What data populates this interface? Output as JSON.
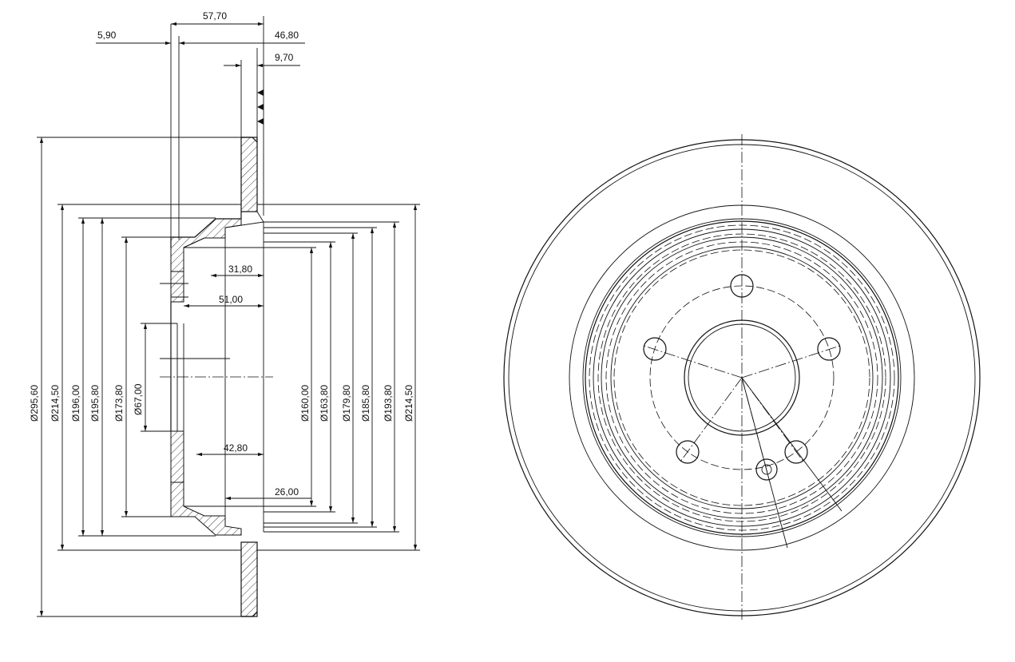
{
  "section_view": {
    "top_dimensions": {
      "overall_width": "57,70",
      "hat_offset": "5,90",
      "inner_width": "46,80",
      "disc_thickness": "9,70"
    },
    "inner_dimensions": {
      "depth_31": "31,80",
      "depth_51": "51,00",
      "depth_42": "42,80",
      "depth_26": "26,00"
    },
    "left_diameters": [
      "Ø295,60",
      "Ø214,50",
      "Ø196,00",
      "Ø195,80",
      "Ø173,80",
      "Ø67,00"
    ],
    "right_diameters": [
      "Ø160,00",
      "Ø163,80",
      "Ø179,80",
      "Ø185,80",
      "Ø193,80",
      "Ø214,50"
    ]
  },
  "front_view": {
    "bolt_holes": 5
  }
}
